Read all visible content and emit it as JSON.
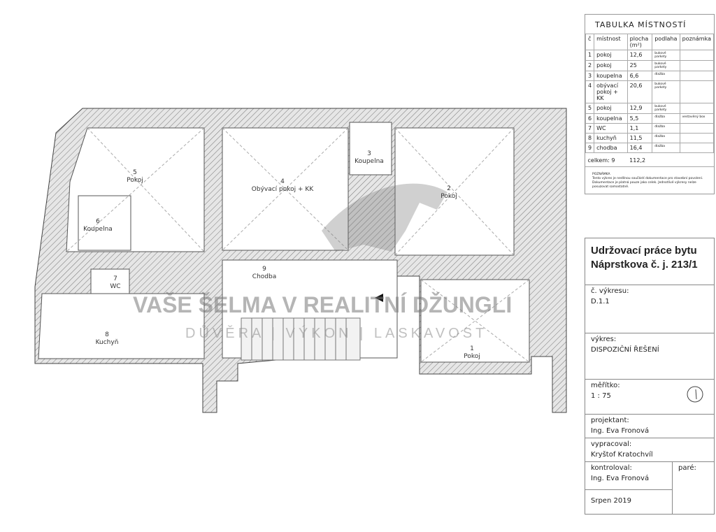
{
  "rooms": [
    {
      "num": "5",
      "name": "Pokoj"
    },
    {
      "num": "6",
      "name": "Koupelna"
    },
    {
      "num": "4",
      "name": "Obývací pokoj + KK"
    },
    {
      "num": "3",
      "name": "Koupelna"
    },
    {
      "num": "2",
      "name": "Pokoj"
    },
    {
      "num": "7",
      "name": "WC"
    },
    {
      "num": "9",
      "name": "Chodba"
    },
    {
      "num": "1",
      "name": "Pokoj"
    },
    {
      "num": "8",
      "name": "Kuchyň"
    }
  ],
  "watermark": {
    "line1": "VAŠE ŠELMA V REALITNÍ DŽUNGLI",
    "line2": "DŮVĚRA | VÝKON | LASKAVOST"
  },
  "room_table": {
    "title": "TABULKA MÍSTNOSTÍ",
    "headers": [
      "č",
      "místnost",
      "plocha (m²)",
      "podlaha",
      "poznámka"
    ],
    "rows": [
      [
        "1",
        "pokoj",
        "12,6",
        "bukové parkety",
        ""
      ],
      [
        "2",
        "pokoj",
        "25",
        "bukové parkety",
        ""
      ],
      [
        "3",
        "koupelna",
        "6,6",
        "dlažba",
        ""
      ],
      [
        "4",
        "obývací pokoj + KK",
        "20,6",
        "bukové parkety",
        ""
      ],
      [
        "5",
        "pokoj",
        "12,9",
        "bukové parkety",
        ""
      ],
      [
        "6",
        "koupelna",
        "5,5",
        "dlažba",
        "vestavěný box"
      ],
      [
        "7",
        "WC",
        "1,1",
        "dlažba",
        ""
      ],
      [
        "8",
        "kuchyň",
        "11,5",
        "dlažba",
        ""
      ],
      [
        "9",
        "chodba",
        "16,4",
        "dlažba",
        ""
      ]
    ],
    "total_label": "celkem: 9",
    "total_value": "112,2",
    "note_title": "POZNÁMKA",
    "note_text": "Tento výkres je nedílnou součástí dokumentace pro stavební povolení. Dokumentace je platná pouze jako celek. Jednotlivé výkresy nelze posuzovat samostatně."
  },
  "title_block": {
    "project_title": "Udržovací práce bytu Náprstkova č. j. 213/1",
    "drawing_no_label": "č. výkresu:",
    "drawing_no": "D.1.1",
    "drawing_label": "výkres:",
    "drawing": "DISPOZIČNÍ ŘEŠENÍ",
    "scale_label": "měřítko:",
    "scale": "1 : 75",
    "designer_label": "projektant:",
    "designer": "Ing. Eva Fronová",
    "prepared_label": "vypracoval:",
    "prepared": "Kryštof Kratochvíl",
    "checked_label": "kontroloval:",
    "checked": "Ing. Eva Fronová",
    "copies_label": "paré:",
    "date": "Srpen 2019"
  }
}
